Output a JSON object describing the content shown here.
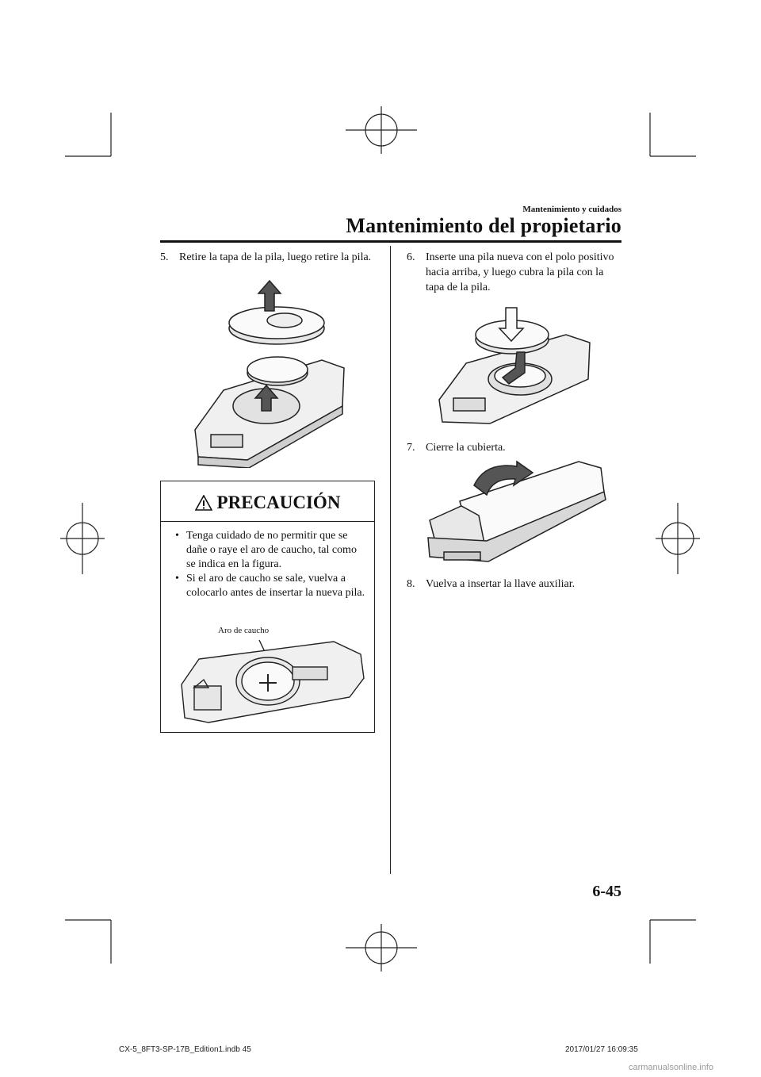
{
  "header": {
    "section": "Mantenimiento y cuidados",
    "title": "Mantenimiento del propietario"
  },
  "steps": {
    "s5": {
      "num": "5.",
      "text": "Retire la tapa de la pila, luego retire la pila."
    },
    "s6": {
      "num": "6.",
      "text": "Inserte una pila nueva con el polo positivo hacia arriba, y luego cubra la pila con la tapa de la pila."
    },
    "s7": {
      "num": "7.",
      "text": "Cierre la cubierta."
    },
    "s8": {
      "num": "8.",
      "text": "Vuelva a insertar la llave auxiliar."
    }
  },
  "caution": {
    "title": "PRECAUCIÓN",
    "bullets": [
      "Tenga cuidado de no permitir que se dañe o raye el aro de caucho, tal como se indica en la figura.",
      "Si el aro de caucho se sale, vuelva a colocarlo antes de insertar la nueva pila."
    ],
    "callout": "Aro de caucho"
  },
  "page_number": "6-45",
  "footer": {
    "file": "CX-5_8FT3-SP-17B_Edition1.indb   45",
    "timestamp": "2017/01/27   16:09:35"
  },
  "watermark": "carmanualsonline.info"
}
